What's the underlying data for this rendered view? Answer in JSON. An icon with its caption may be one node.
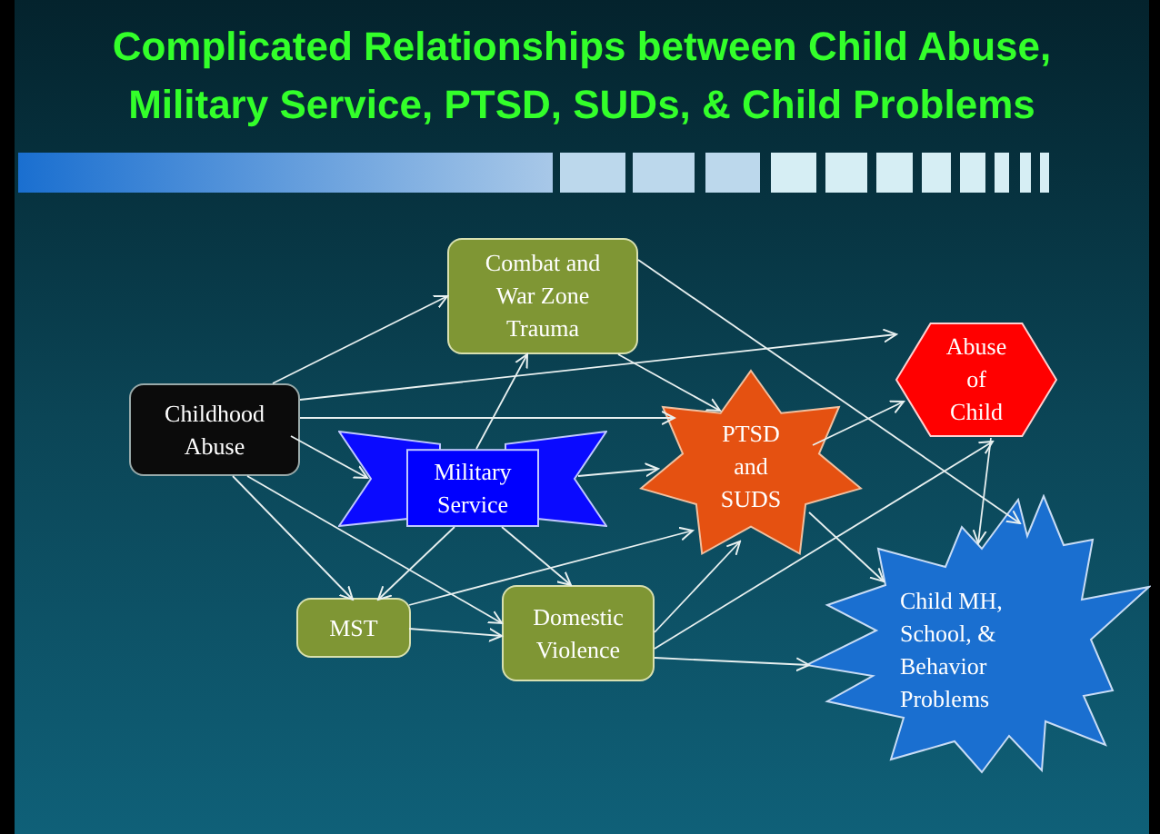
{
  "diagram": {
    "title": "Complicated Relationships between Child Abuse, Military Service, PTSD, SUDs, & Child Problems",
    "nodes": [
      {
        "text": [
          "Childhood Abuse"
        ]
      },
      {
        "text": [
          "Combat and War Zone Trauma"
        ]
      },
      {
        "text": [
          "Military Service"
        ]
      },
      {
        "text": [
          "PTSD and SUDS"
        ]
      },
      {
        "text": [
          "Abuse of Child"
        ]
      },
      {
        "text": [
          "Child MH, School, & Behavior Problems"
        ]
      },
      {
        "text": [
          "MST"
        ]
      },
      {
        "text": [
          "Domestic Violence"
        ]
      }
    ],
    "edges": [
      {
        "from": 0,
        "to": 1,
        "arrow": "to"
      },
      {
        "from": 0,
        "to": 4,
        "arrow": "to"
      },
      {
        "from": 0,
        "to": 3,
        "arrow": "to"
      },
      {
        "from": 0,
        "to": 2,
        "arrow": "to"
      },
      {
        "from": 0,
        "to": 6,
        "arrow": "to"
      },
      {
        "from": 0,
        "to": 7,
        "arrow": "to"
      },
      {
        "from": 2,
        "to": 1,
        "arrow": "to"
      },
      {
        "from": 2,
        "to": 3,
        "arrow": "to"
      },
      {
        "from": 2,
        "to": 6,
        "arrow": "to"
      },
      {
        "from": 2,
        "to": 7,
        "arrow": "to"
      },
      {
        "from": 6,
        "to": 3,
        "arrow": "to"
      },
      {
        "from": 6,
        "to": 7,
        "arrow": "to"
      },
      {
        "from": 1,
        "to": 3,
        "arrow": "to"
      },
      {
        "from": 1,
        "to": 5,
        "arrow": "to"
      },
      {
        "from": 3,
        "to": 4,
        "arrow": "to"
      },
      {
        "from": 3,
        "to": 5,
        "arrow": "to"
      },
      {
        "from": 7,
        "to": 3,
        "arrow": "to"
      },
      {
        "from": 7,
        "to": 4,
        "arrow": "to"
      },
      {
        "from": 7,
        "to": 5,
        "arrow": "to"
      },
      {
        "from": 4,
        "to": 5,
        "arrow": "to"
      }
    ]
  }
}
